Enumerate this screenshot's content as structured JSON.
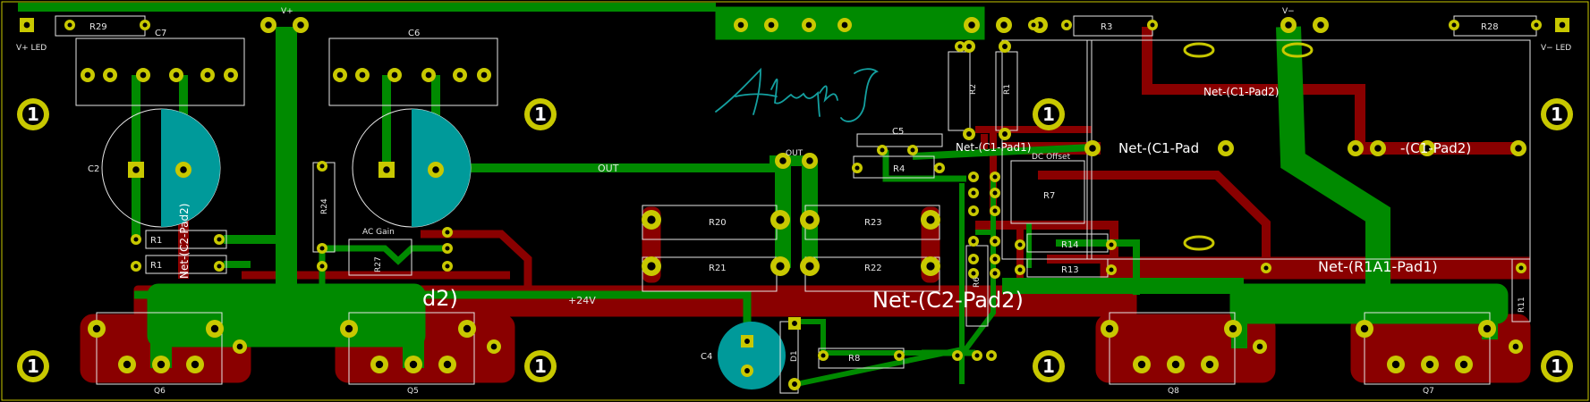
{
  "colors": {
    "background": "#000000",
    "top_copper": "#008a00",
    "bottom_copper": "#8a0000",
    "pad": "#c8c800",
    "silkscreen": "#e6e6e6",
    "capacitor_fill": "#009a9a",
    "signature": "#14a0a0",
    "edge": "#c8c800"
  },
  "signature": "Aleph J",
  "labels": {
    "vplus_led": "V+ LED",
    "vminus_led": "V− LED",
    "r29": "R29",
    "c7": "C7",
    "c6": "C6",
    "vplus_top": "V+",
    "c2": "C2",
    "r1": "R1",
    "r1b": "R1",
    "r24": "R24",
    "ac_gain": "AC Gain",
    "r27": "R27",
    "out_trace": "OUT",
    "out_conn": "OUT",
    "r20": "R20",
    "r23": "R23",
    "r21": "R21",
    "r22": "R22",
    "c5": "C5",
    "r4": "R4",
    "r2": "R2",
    "r1_vert": "R1",
    "r3": "R3",
    "dc_offset": "DC Offset",
    "r7": "R7",
    "r14": "R14",
    "r13": "R13",
    "r6": "R6",
    "r8": "R8",
    "c4": "C4",
    "q6": "Q6",
    "q5": "Q5",
    "q8": "Q8",
    "q7": "Q7",
    "r28": "R28",
    "vminus_top": "V−",
    "r11": "R11",
    "d1": "D1",
    "plus_24v": "+24V",
    "net_c1_pad1_small": "Net-(C1-Pad1)",
    "net_c1_pad2_small": "Net-(C1-Pad2)",
    "net_c1_pad_mid": "Net-(C1-Pad",
    "net_c1_pad2_right": "-(C1-Pad2)",
    "net_c2_pad2_big": "Net-(C2-Pad2)",
    "net_c2_pad2_left": "d2)",
    "net_c2_pad2_vert": "Net-(C2-Pad2)",
    "net_r1a1_pad1": "Net-(R1A1-Pad1)",
    "mount_hole": "1"
  }
}
